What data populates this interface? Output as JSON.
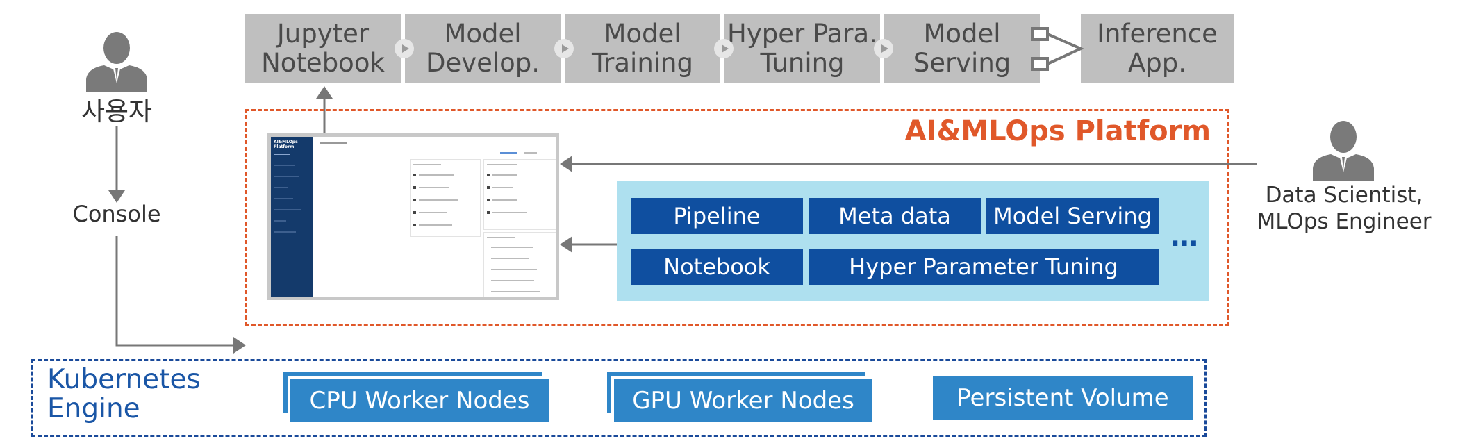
{
  "flow": {
    "steps": [
      {
        "label": "Jupyter\nNotebook"
      },
      {
        "label": "Model\nDevelop."
      },
      {
        "label": "Model\nTraining"
      },
      {
        "label": "Hyper Para.\nTuning"
      },
      {
        "label": "Model\nServing"
      },
      {
        "label": "Inference\nApp."
      }
    ]
  },
  "user": {
    "label": "사용자",
    "console": "Console"
  },
  "scientist": {
    "label": "Data Scientist,\nMLOps Engineer"
  },
  "platform": {
    "title": "AI&MLOps Platform",
    "screenshot_title": "AI&MLOps Platform",
    "modules": {
      "pipeline": "Pipeline",
      "metadata": "Meta data",
      "serving": "Model Serving",
      "notebook": "Notebook",
      "tuning": "Hyper Parameter Tuning",
      "more": "…"
    }
  },
  "kubernetes": {
    "title": "Kubernetes\nEngine",
    "cpu": "CPU Worker Nodes",
    "gpu": "GPU Worker Nodes",
    "volume": "Persistent Volume"
  },
  "colors": {
    "platform_accent": "#e0582a",
    "module_bg": "#0f4fa0",
    "module_area": "#aee0ef",
    "node": "#2f86c8",
    "k8s_border": "#1a4a9a",
    "flow_box": "#bfbfbf"
  }
}
